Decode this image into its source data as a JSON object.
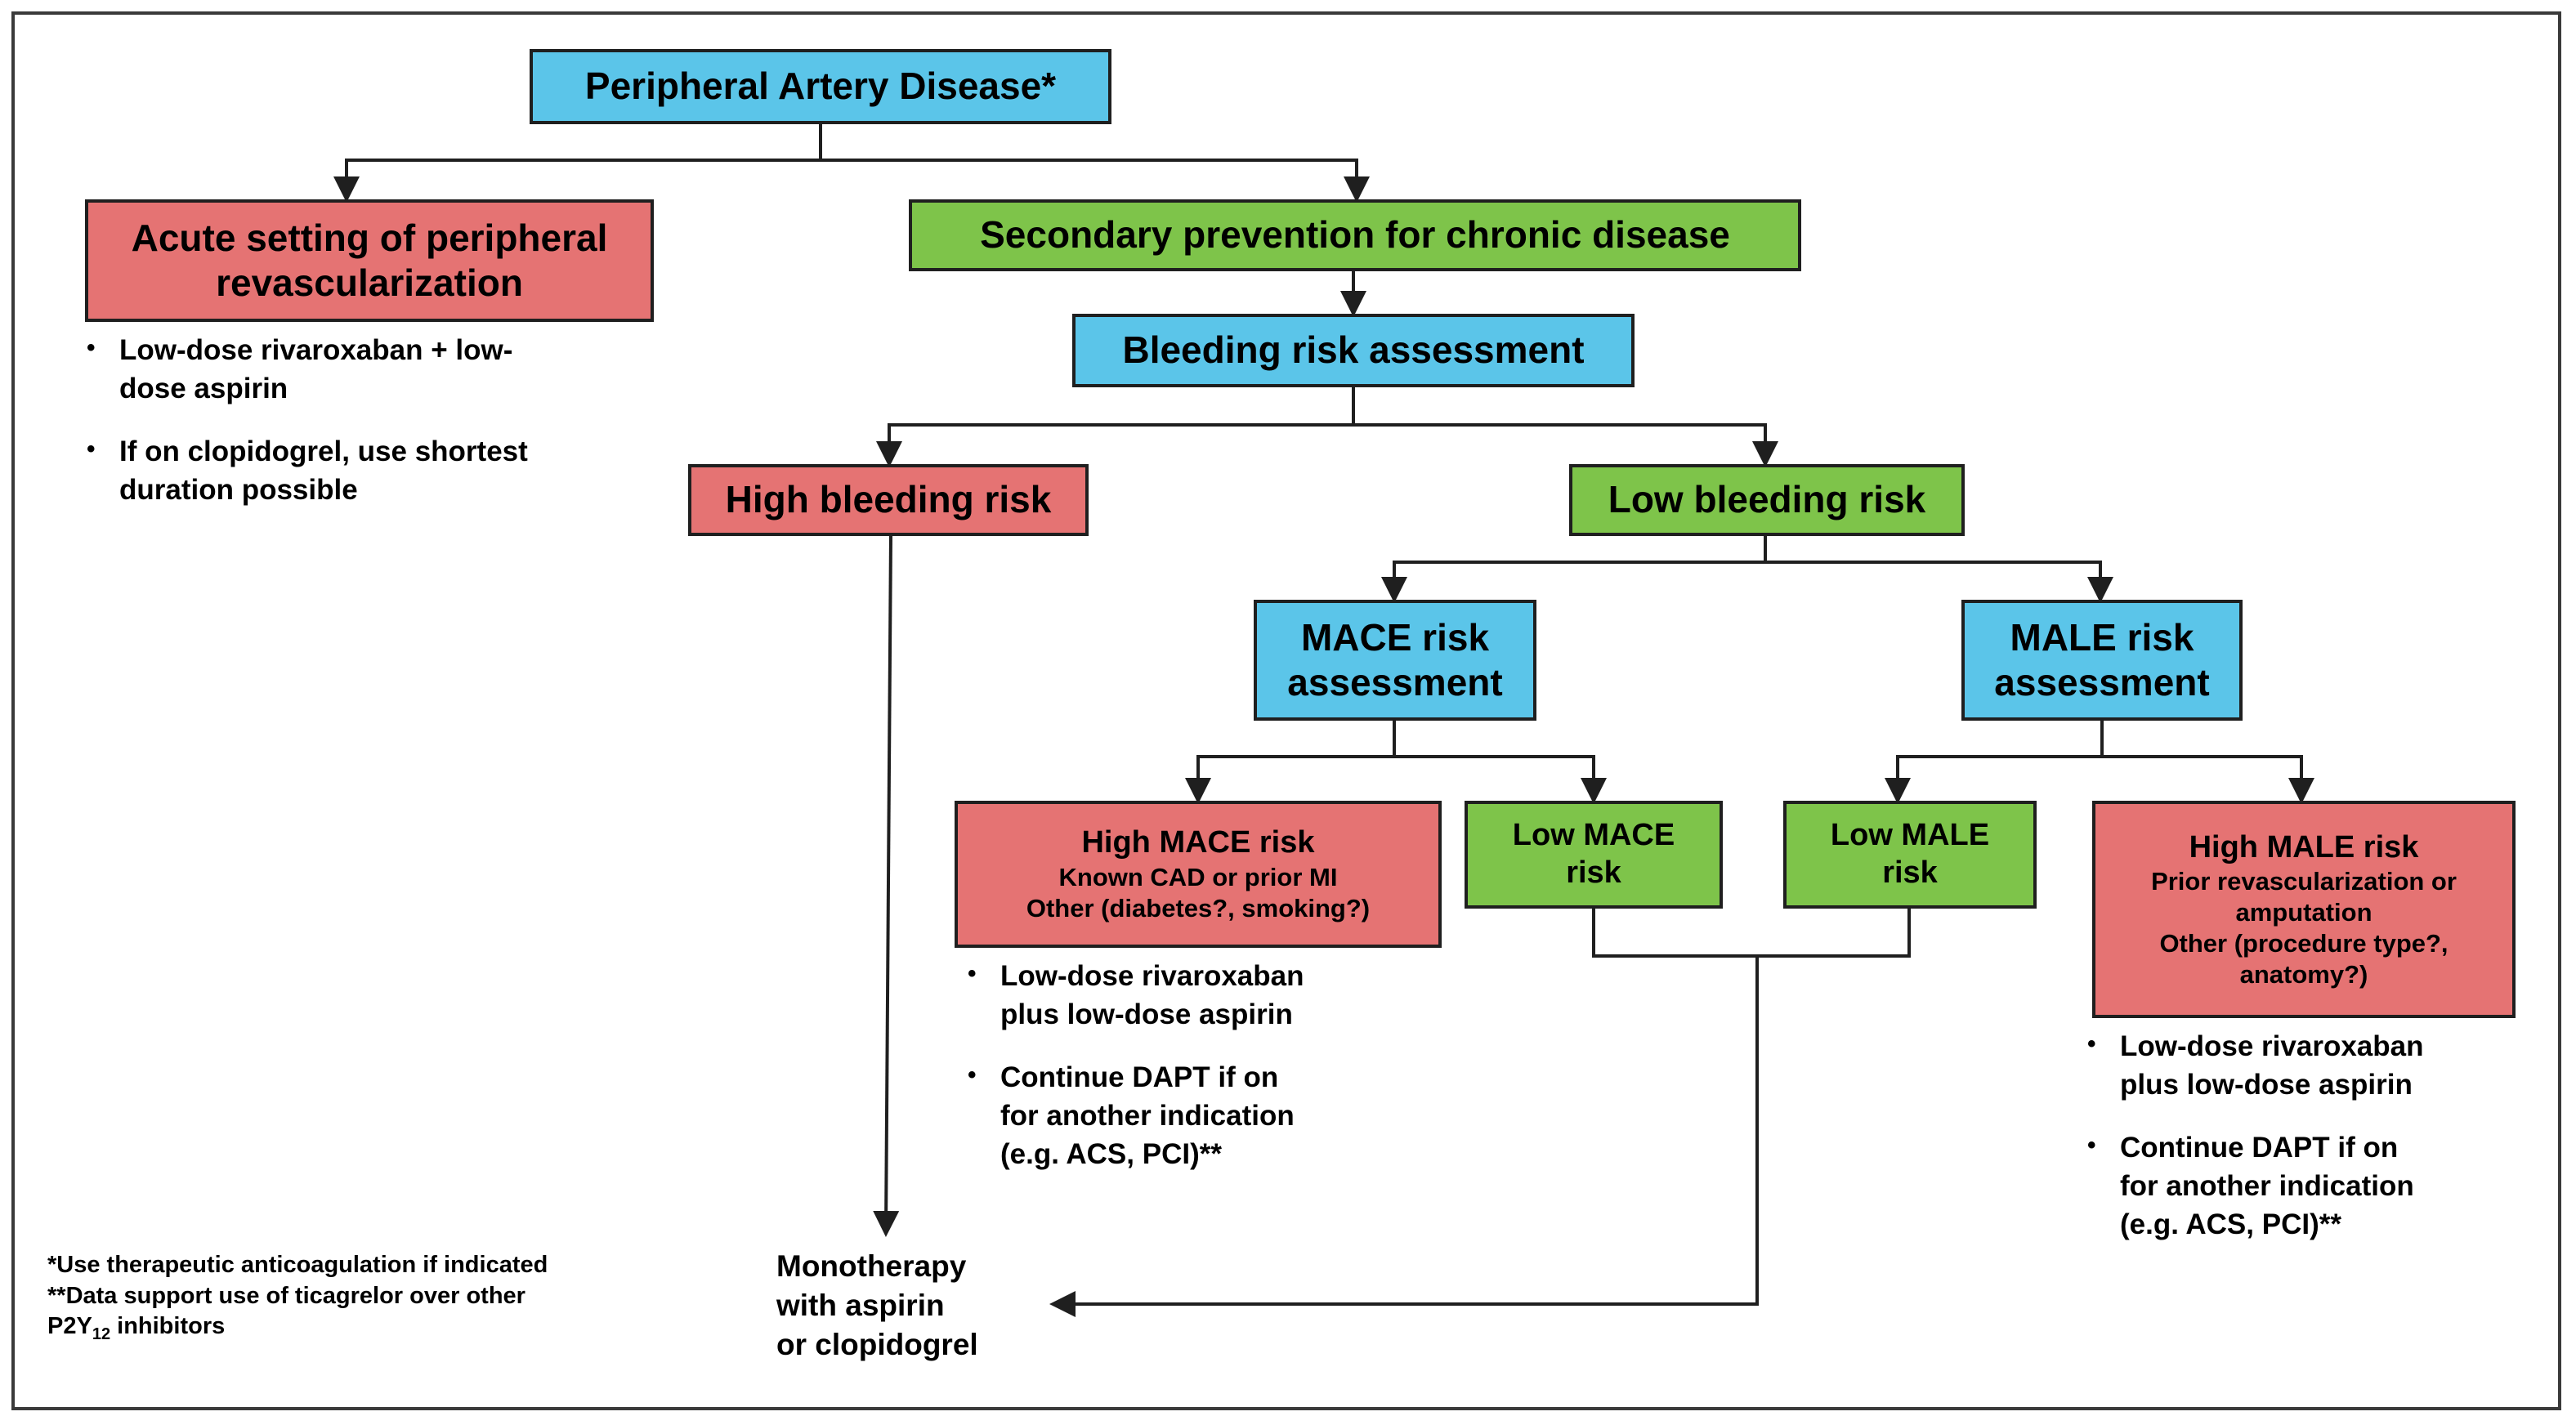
{
  "nodes": {
    "pad": "Peripheral Artery Disease*",
    "acute": [
      "Acute setting of peripheral",
      "revascularization"
    ],
    "secondary": "Secondary prevention for chronic disease",
    "bleeding_assessment": "Bleeding risk assessment",
    "high_bleeding": "High bleeding risk",
    "low_bleeding": "Low bleeding risk",
    "mace_assessment": [
      "MACE risk",
      "assessment"
    ],
    "male_assessment": [
      "MALE risk",
      "assessment"
    ],
    "high_mace": {
      "title": "High MACE risk",
      "lines": [
        "Known CAD or prior MI",
        "Other (diabetes?, smoking?)"
      ]
    },
    "low_mace": [
      "Low MACE",
      "risk"
    ],
    "low_male": [
      "Low MALE",
      "risk"
    ],
    "high_male": {
      "title": "High MALE risk",
      "lines": [
        "Prior revascularization or",
        "amputation",
        "Other (procedure type?,",
        "anatomy?)"
      ]
    }
  },
  "acute_bullets": [
    [
      "Low-dose rivaroxaban + low-",
      "dose aspirin"
    ],
    [
      "If on clopidogrel, use shortest",
      "duration possible"
    ]
  ],
  "mace_bullets": [
    [
      "Low-dose rivaroxaban",
      "plus low-dose aspirin"
    ],
    [
      "Continue DAPT if on",
      "for another indication",
      "(e.g. ACS, PCI)**"
    ]
  ],
  "male_bullets": [
    [
      "Low-dose rivaroxaban",
      "plus low-dose aspirin"
    ],
    [
      "Continue DAPT if on",
      "for another indication",
      "(e.g. ACS, PCI)**"
    ]
  ],
  "monotherapy": [
    "Monotherapy",
    "with aspirin",
    "or clopidogrel"
  ],
  "footnotes": {
    "line1": "*Use therapeutic anticoagulation if indicated",
    "line2": "**Data support use of ticagrelor over other",
    "line3_prefix": "P2Y",
    "line3_sub": "12",
    "line3_suffix": " inhibitors"
  },
  "colors": {
    "blue_box": "#5bc5e9",
    "green_box": "#7ec44a",
    "red_box": "#e57373",
    "line": "#1f1f1f"
  }
}
